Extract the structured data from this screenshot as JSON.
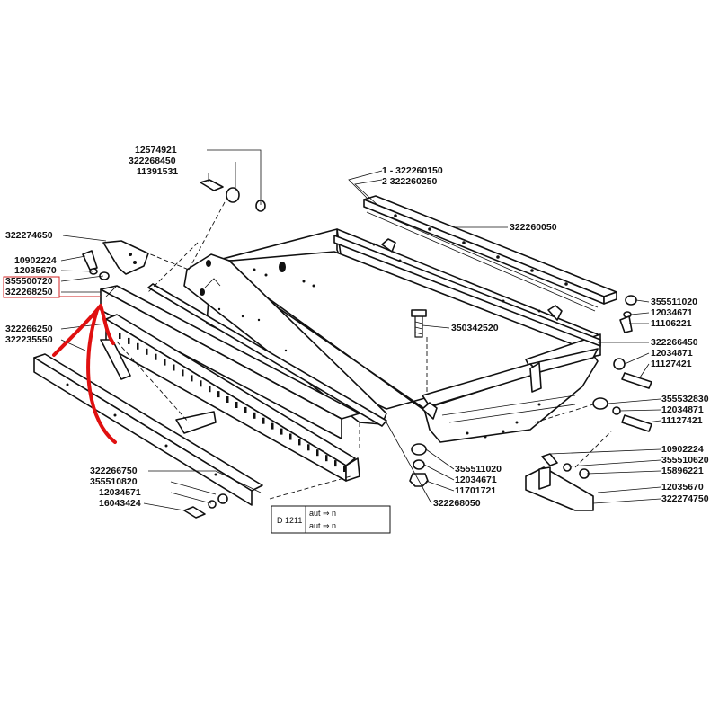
{
  "diagram": {
    "labels": {
      "l12574921": "12574921",
      "l322268450": "322268450",
      "l11391531": "11391531",
      "l322274650": "322274650",
      "l10902224a": "10902224",
      "l12035670a": "12035670",
      "l355500720": "355500720",
      "l322268250": "322268250",
      "l322266250": "322266250",
      "l322235550": "322235550",
      "l322266750": "322266750",
      "l355510820": "355510820",
      "l12034571": "12034571",
      "l16043424": "16043424",
      "l1_322260150": "1 - 322260150",
      "l2_322260250": "2     322260250",
      "l322260050": "322260050",
      "l350342520": "350342520",
      "l355511020a": "355511020",
      "l12034671a": "12034671",
      "l11106221": "11106221",
      "l322266450": "322266450",
      "l12034871a": "12034871",
      "l11127421a": "11127421",
      "l355532830": "355532830",
      "l12034871b": "12034871",
      "l11127421b": "11127421",
      "l355511020b": "355511020",
      "l12034671b": "12034671",
      "l11701721": "11701721",
      "l322268050": "322268050",
      "l10902224b": "10902224",
      "l355510620": "355510620",
      "l15896221": "15896221",
      "l12035670b": "12035670",
      "l322274750": "322274750"
    },
    "legend_box": {
      "code": "D 1211",
      "row1": "aut ⇒ n",
      "row2": "aut ⇒ n"
    },
    "colors": {
      "line": "#111111",
      "highlight_box": "#d02020",
      "annotation_arrow": "#e01010"
    }
  }
}
